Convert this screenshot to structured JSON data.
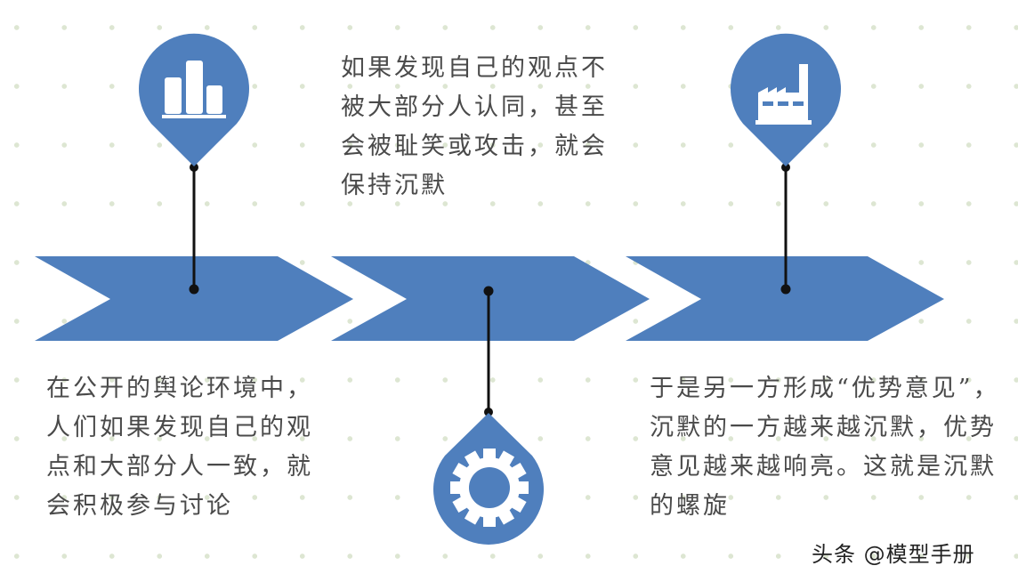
{
  "diagram": {
    "type": "timeline-chevrons",
    "accent_color": "#4f7fbd",
    "steps": [
      {
        "icon": "bar-chart-icon",
        "text": "在公开的舆论环境中，人们如果发现自己的观点和大部分人一致，就会积极参与讨论"
      },
      {
        "icon": "gear-icon",
        "text": "如果发现自己的观点不被大部分人认同，甚至会被耻笑或攻击，就会保持沉默"
      },
      {
        "icon": "factory-icon",
        "text": "于是另一方形成“优势意见”，沉默的一方越来越沉默，优势意见越来越响亮。这就是沉默的螺旋"
      }
    ]
  },
  "watermark": "头条 @模型手册"
}
